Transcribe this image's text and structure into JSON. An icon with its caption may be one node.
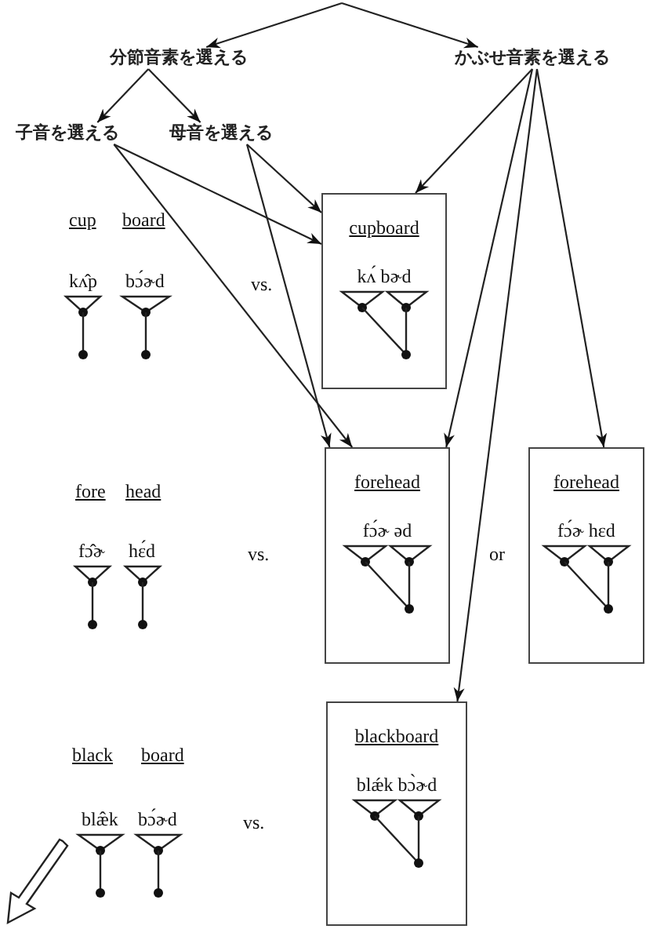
{
  "diagram": {
    "nodes": [
      {
        "text": [
          "分節音素を選える"
        ]
      },
      {
        "text": [
          "かぶせ音素を選える"
        ]
      },
      {
        "text": [
          "子音を選える"
        ]
      },
      {
        "text": [
          "母音を選える"
        ]
      },
      {
        "text": [
          "cupboard",
          "kʌ́ bɚd"
        ]
      },
      {
        "text": [
          "forehead",
          "fɔ́ɚ əd"
        ]
      },
      {
        "text": [
          "forehead",
          "fɔ́ɚ hɛd"
        ]
      },
      {
        "text": [
          "blackboard",
          "blǽk bɔ̀ɚd"
        ]
      }
    ],
    "edges": [
      {
        "from": null,
        "to": 0,
        "arrow": "to"
      },
      {
        "from": null,
        "to": 1,
        "arrow": "to"
      },
      {
        "from": 0,
        "to": 2,
        "arrow": "to"
      },
      {
        "from": 0,
        "to": 3,
        "arrow": "to"
      },
      {
        "from": 2,
        "to": 4,
        "arrow": "to"
      },
      {
        "from": 2,
        "to": 5,
        "arrow": "to"
      },
      {
        "from": 3,
        "to": 4,
        "arrow": "to"
      },
      {
        "from": 3,
        "to": 5,
        "arrow": "to"
      },
      {
        "from": 1,
        "to": 4,
        "arrow": "to"
      },
      {
        "from": 1,
        "to": 5,
        "arrow": "to"
      },
      {
        "from": 1,
        "to": 6,
        "arrow": "to"
      },
      {
        "from": 1,
        "to": 7,
        "arrow": "to"
      }
    ],
    "labels": [
      "cup",
      "board",
      "kʌ̂p",
      "bɔ́ɚd",
      "vs.",
      "fore",
      "head",
      "fɔ̂ɚ",
      "hɛ́d",
      "vs.",
      "or",
      "black",
      "board",
      "blæ̂k",
      "bɔ́ɚd",
      "vs."
    ]
  }
}
